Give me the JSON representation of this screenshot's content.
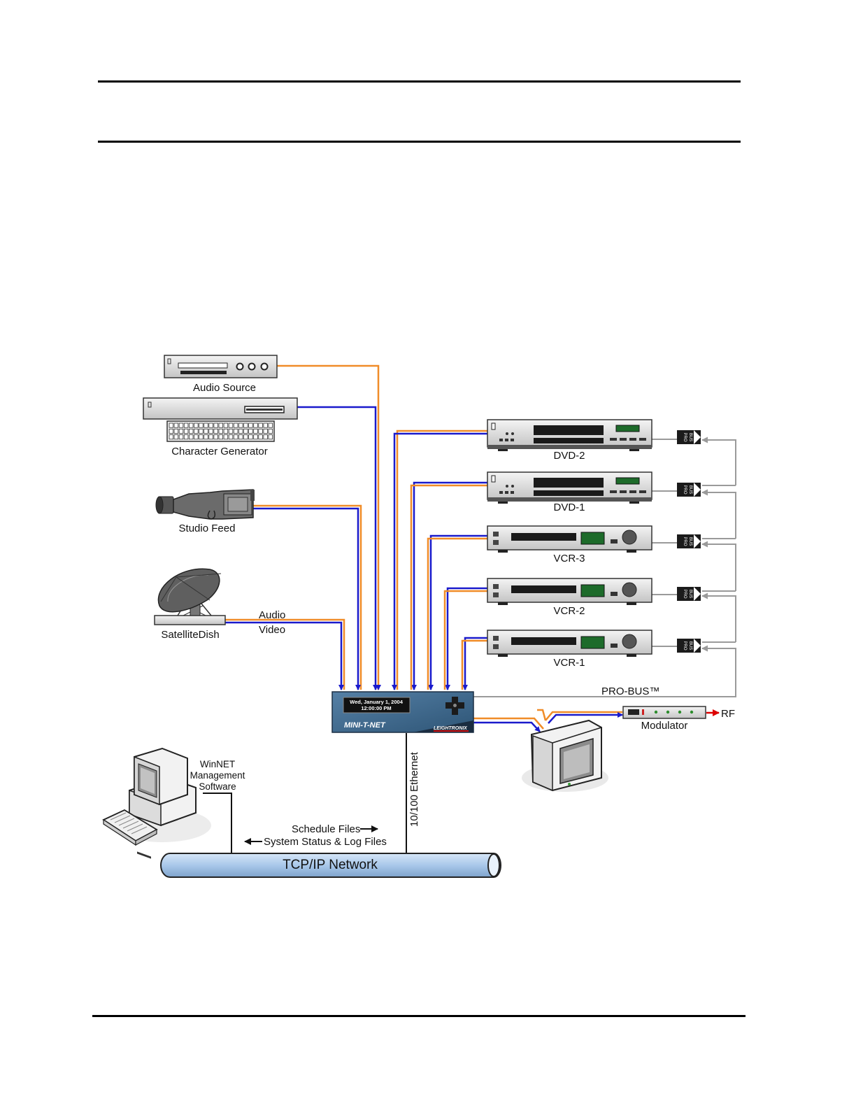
{
  "devices": {
    "audio_source": "Audio Source",
    "character_generator": "Character Generator",
    "studio_feed": "Studio Feed",
    "satellite_dish": "SatelliteDish",
    "satellite_audio": "Audio",
    "satellite_video": "Video",
    "dvd2": "DVD-2",
    "dvd1": "DVD-1",
    "vcr3": "VCR-3",
    "vcr2": "VCR-2",
    "vcr1": "VCR-1",
    "probus_tag_line1": "PRO",
    "probus_tag_line2": "BUS",
    "probus": "PRO-BUS™",
    "modulator": "Modulator",
    "rf": "RF"
  },
  "controller": {
    "display_date": "Wed, January 1, 2004",
    "display_time": "12:00:00 PM",
    "name": "MINI-T-NET",
    "brand": "LEIGHTRONIX"
  },
  "network": {
    "ethernet": "10/100 Ethernet",
    "winnet_line1": "WinNET",
    "winnet_line2": "Management",
    "winnet_line3": "Software",
    "schedule_files": "Schedule Files",
    "status_files": "System Status & Log Files",
    "tcpip": "TCP/IP Network"
  },
  "colors": {
    "audio_line": "#f08c28",
    "video_line": "#1a1acc",
    "probus_line": "#9a9a9a",
    "controller_bg": "#3e6a90",
    "pipe": "#a9c8ea",
    "rf_arrow": "#dd0000"
  }
}
